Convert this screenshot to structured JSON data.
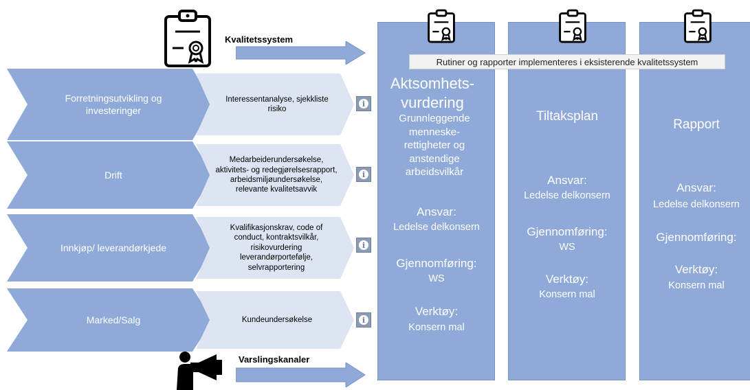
{
  "top_label": "Kvalitetssystem",
  "bottom_label": "Varslingskanaler",
  "banner": "Rutiner og rapporter implementeres i eksisterende kvalitetssystem",
  "rows": [
    {
      "title": "Forretningsutvikling og investeringer",
      "sources": "Interessentanalyse, sjekkliste risiko"
    },
    {
      "title": "Drift",
      "sources": "Medarbeiderundersøkelse, aktivitets- og redegjørelsesrapport, arbeidsmiljøundersøkelse, relevante kvalitetsavvik"
    },
    {
      "title": "Innkjøp/ leverandørkjede",
      "sources": "Kvalifikasjonskrav, code of conduct, kontraktsvilkår, risikovurdering leverandørportefølje, selvrapportering"
    },
    {
      "title": "Marked/Salg",
      "sources": "Kundeundersøkelse"
    }
  ],
  "info_symbol": "i",
  "columns": [
    {
      "title": "Aktsomhets-vurdering",
      "subtitle": "Grunnleggende menneske-rettigheter og anstendige arbeidsvilkår",
      "responsibility_label": "Ansvar:",
      "responsibility": "Ledelse delkonsern",
      "execution_label": "Gjennomføring:",
      "execution": "WS",
      "tool_label": "Verktøy:",
      "tool": "Konsern mal"
    },
    {
      "title": "Tiltaksplan",
      "responsibility_label": "Ansvar:",
      "responsibility": "Ledelse delkonsern",
      "execution_label": "Gjennomføring:",
      "execution": "WS",
      "tool_label": "Verktøy:",
      "tool": "Konsern mal"
    },
    {
      "title": "Rapport",
      "responsibility_label": "Ansvar:",
      "responsibility": "Ledelse delkonsern",
      "execution_label": "Gjennomføring:",
      "tool_label": "Verktøy:",
      "tool": "Konsern mal"
    }
  ],
  "colors": {
    "chevron": "#8fa9d8",
    "sub_chevron": "#dde5f3",
    "column": "#8fa9d8",
    "info": "#8a9bb3"
  },
  "icons": [
    "certificate-icon",
    "megaphone-person-icon",
    "info-icon",
    "arrow-right-icon"
  ]
}
